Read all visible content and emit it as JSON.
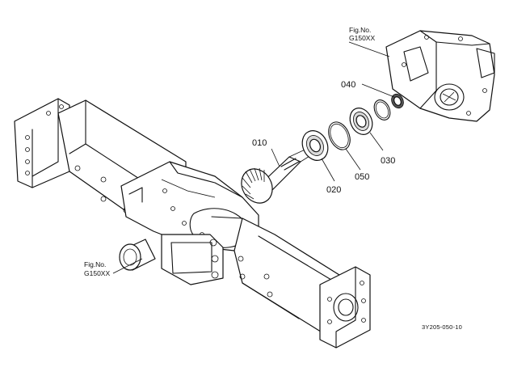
{
  "figure_refs": [
    {
      "line1": "Fig.No.",
      "line2": "G150XX"
    },
    {
      "line1": "Fig.No.",
      "line2": "G150XX"
    }
  ],
  "callouts": {
    "p010": "010",
    "p020": "020",
    "p030": "030",
    "p040": "040",
    "p050": "050"
  },
  "diagram_id": "3Y205-050-10"
}
